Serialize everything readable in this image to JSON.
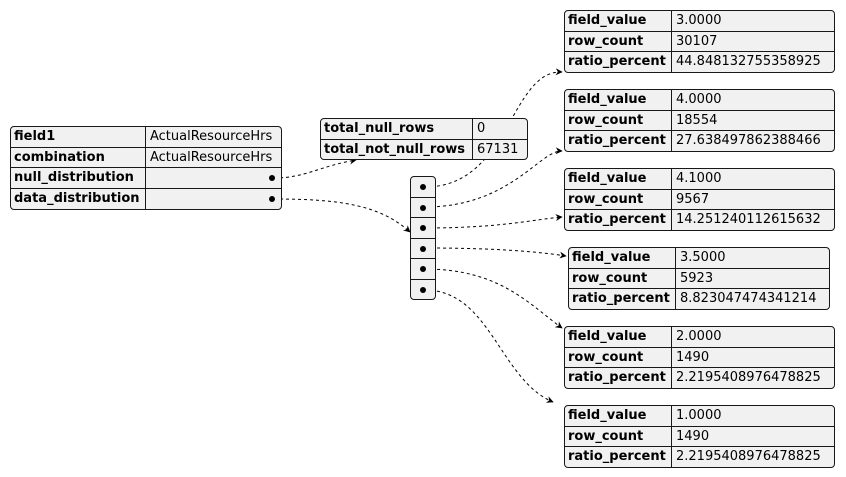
{
  "root": {
    "rows": [
      {
        "key": "field1",
        "value": "ActualResourceHrs"
      },
      {
        "key": "combination",
        "value": "ActualResourceHrs"
      },
      {
        "key": "null_distribution",
        "value": ""
      },
      {
        "key": "data_distribution",
        "value": ""
      }
    ]
  },
  "null_distribution": {
    "rows": [
      {
        "key": "total_null_rows",
        "value": "0"
      },
      {
        "key": "total_not_null_rows",
        "value": "67131"
      }
    ]
  },
  "data_distribution": [
    {
      "field_value": "3.0000",
      "row_count": "30107",
      "ratio_percent": "44.848132755358925"
    },
    {
      "field_value": "4.0000",
      "row_count": "18554",
      "ratio_percent": "27.638497862388466"
    },
    {
      "field_value": "4.1000",
      "row_count": "9567",
      "ratio_percent": "14.251240112615632"
    },
    {
      "field_value": "3.5000",
      "row_count": "5923",
      "ratio_percent": "8.823047474341214"
    },
    {
      "field_value": "2.0000",
      "row_count": "1490",
      "ratio_percent": "2.2195408976478825"
    },
    {
      "field_value": "1.0000",
      "row_count": "1490",
      "ratio_percent": "2.2195408976478825"
    }
  ],
  "labels": {
    "field_value": "field_value",
    "row_count": "row_count",
    "ratio_percent": "ratio_percent"
  },
  "colors": {
    "node_fill": "#f1f1f1",
    "border": "#181818",
    "edge": "#000000"
  }
}
